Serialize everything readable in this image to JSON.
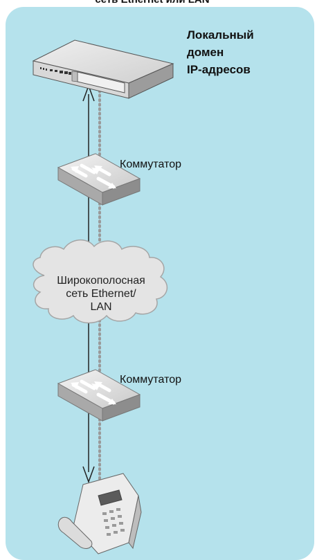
{
  "diagram": {
    "top_caption": "сеть Ethernet или LAN",
    "domain_label": [
      "Локальный",
      "домен",
      "IP-адресов"
    ],
    "switch_label_1": "Коммутатор",
    "switch_label_2": "Коммутатор",
    "cloud_label": [
      "Широкополосная",
      "сеть Ethernet/",
      "LAN"
    ]
  },
  "colors": {
    "panel": "#b5e2ec",
    "line": "#222222",
    "dotted": "#9a9a9a"
  },
  "icons": [
    "pbx-unit-icon",
    "network-switch-icon",
    "cloud-icon",
    "ip-phone-icon"
  ]
}
